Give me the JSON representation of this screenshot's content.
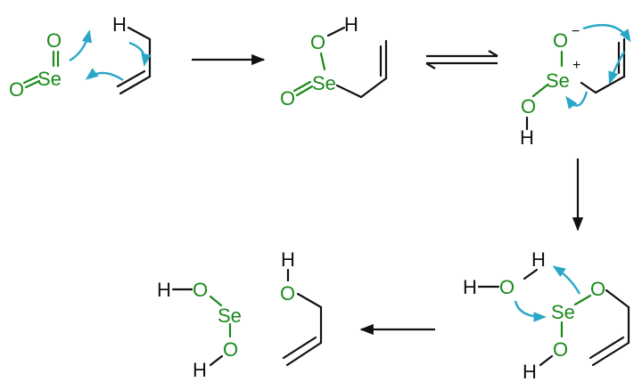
{
  "colors": {
    "heteroatom": "#1a8a1a",
    "carbon_and_h": "#111111",
    "curly_arrow": "#2aa6c6"
  },
  "atoms": {
    "se": "Se",
    "o": "O",
    "h": "H",
    "plus": "+",
    "minus": "−"
  },
  "arrows": {
    "forward": "reaction-arrow",
    "equilibrium": "equilibrium-arrows",
    "curly": "electron-pushing-arrow"
  }
}
